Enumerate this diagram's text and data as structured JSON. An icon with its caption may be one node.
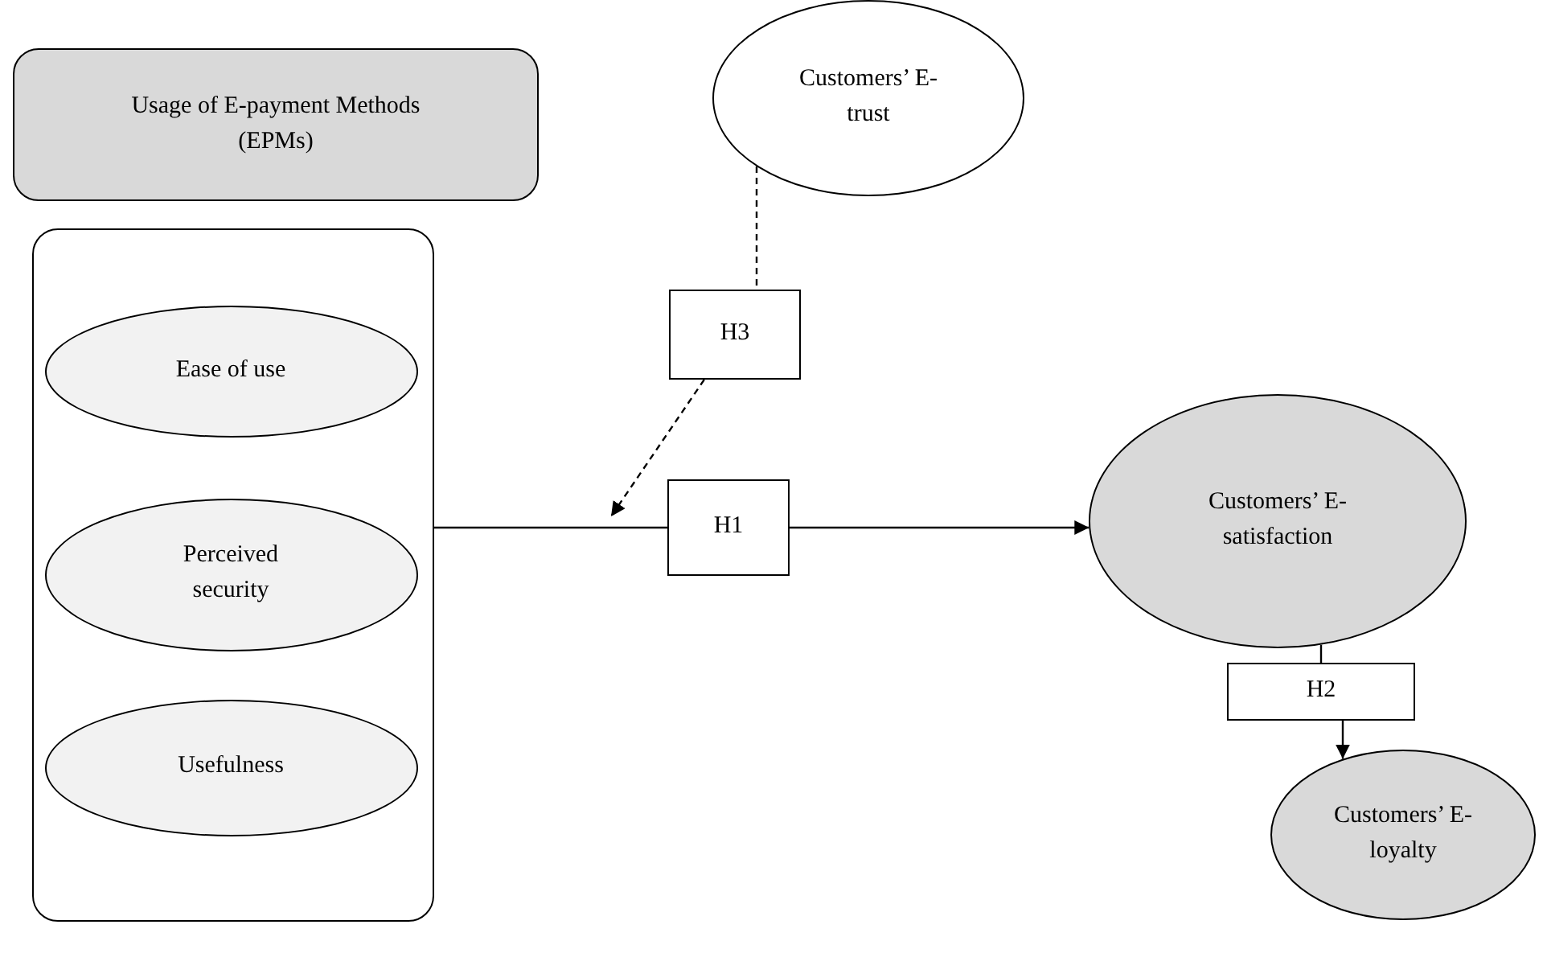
{
  "diagram": {
    "nodes": [
      {
        "text": [
          "Usage of E-payment Methods (EPMs)"
        ]
      },
      {
        "text": [],
        "shape": "box"
      },
      {
        "text": [
          "Ease of use"
        ],
        "in": 1
      },
      {
        "text": [
          "Perceived security"
        ],
        "in": 1
      },
      {
        "text": [
          "Usefulness"
        ],
        "in": 1
      },
      {
        "text": [
          "Customers’ E- trust"
        ]
      },
      {
        "text": [
          "H3"
        ]
      },
      {
        "text": [
          "H1"
        ]
      },
      {
        "text": [
          "Customers’ E-satisfaction"
        ]
      },
      {
        "text": [
          "H2"
        ]
      },
      {
        "text": [
          "Customers’ E- loyalty"
        ]
      }
    ],
    "edges": [
      {
        "from": 1,
        "to": 7,
        "arrow": "none"
      },
      {
        "from": 7,
        "to": 8,
        "arrow": "to"
      },
      {
        "from": 5,
        "to": 6,
        "arrow": "none",
        "style": "dashed"
      },
      {
        "from": 6,
        "to": null,
        "arrow": "to",
        "style": "dashed"
      },
      {
        "from": 8,
        "to": 9,
        "arrow": "none"
      },
      {
        "from": 9,
        "to": 10,
        "arrow": "to"
      }
    ]
  }
}
